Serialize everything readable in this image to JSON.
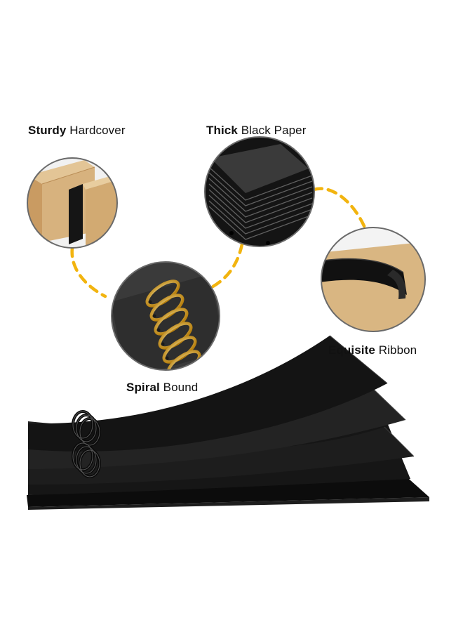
{
  "features": [
    {
      "bold": "Sturdy",
      "rest": "Hardcover",
      "icon": "hardcover-corner"
    },
    {
      "bold": "Thick",
      "rest": "Black Paper",
      "icon": "paper-stack"
    },
    {
      "bold": "Equisite",
      "rest": "Ribbon",
      "icon": "ribbon"
    },
    {
      "bold": "Spiral",
      "rest": "Bound",
      "icon": "spiral-binding"
    }
  ],
  "colors": {
    "connector": "#f2b40f",
    "kraft": "#d7b27e",
    "paper": "#1b1b1b",
    "ring_gold": "#d49a28"
  }
}
